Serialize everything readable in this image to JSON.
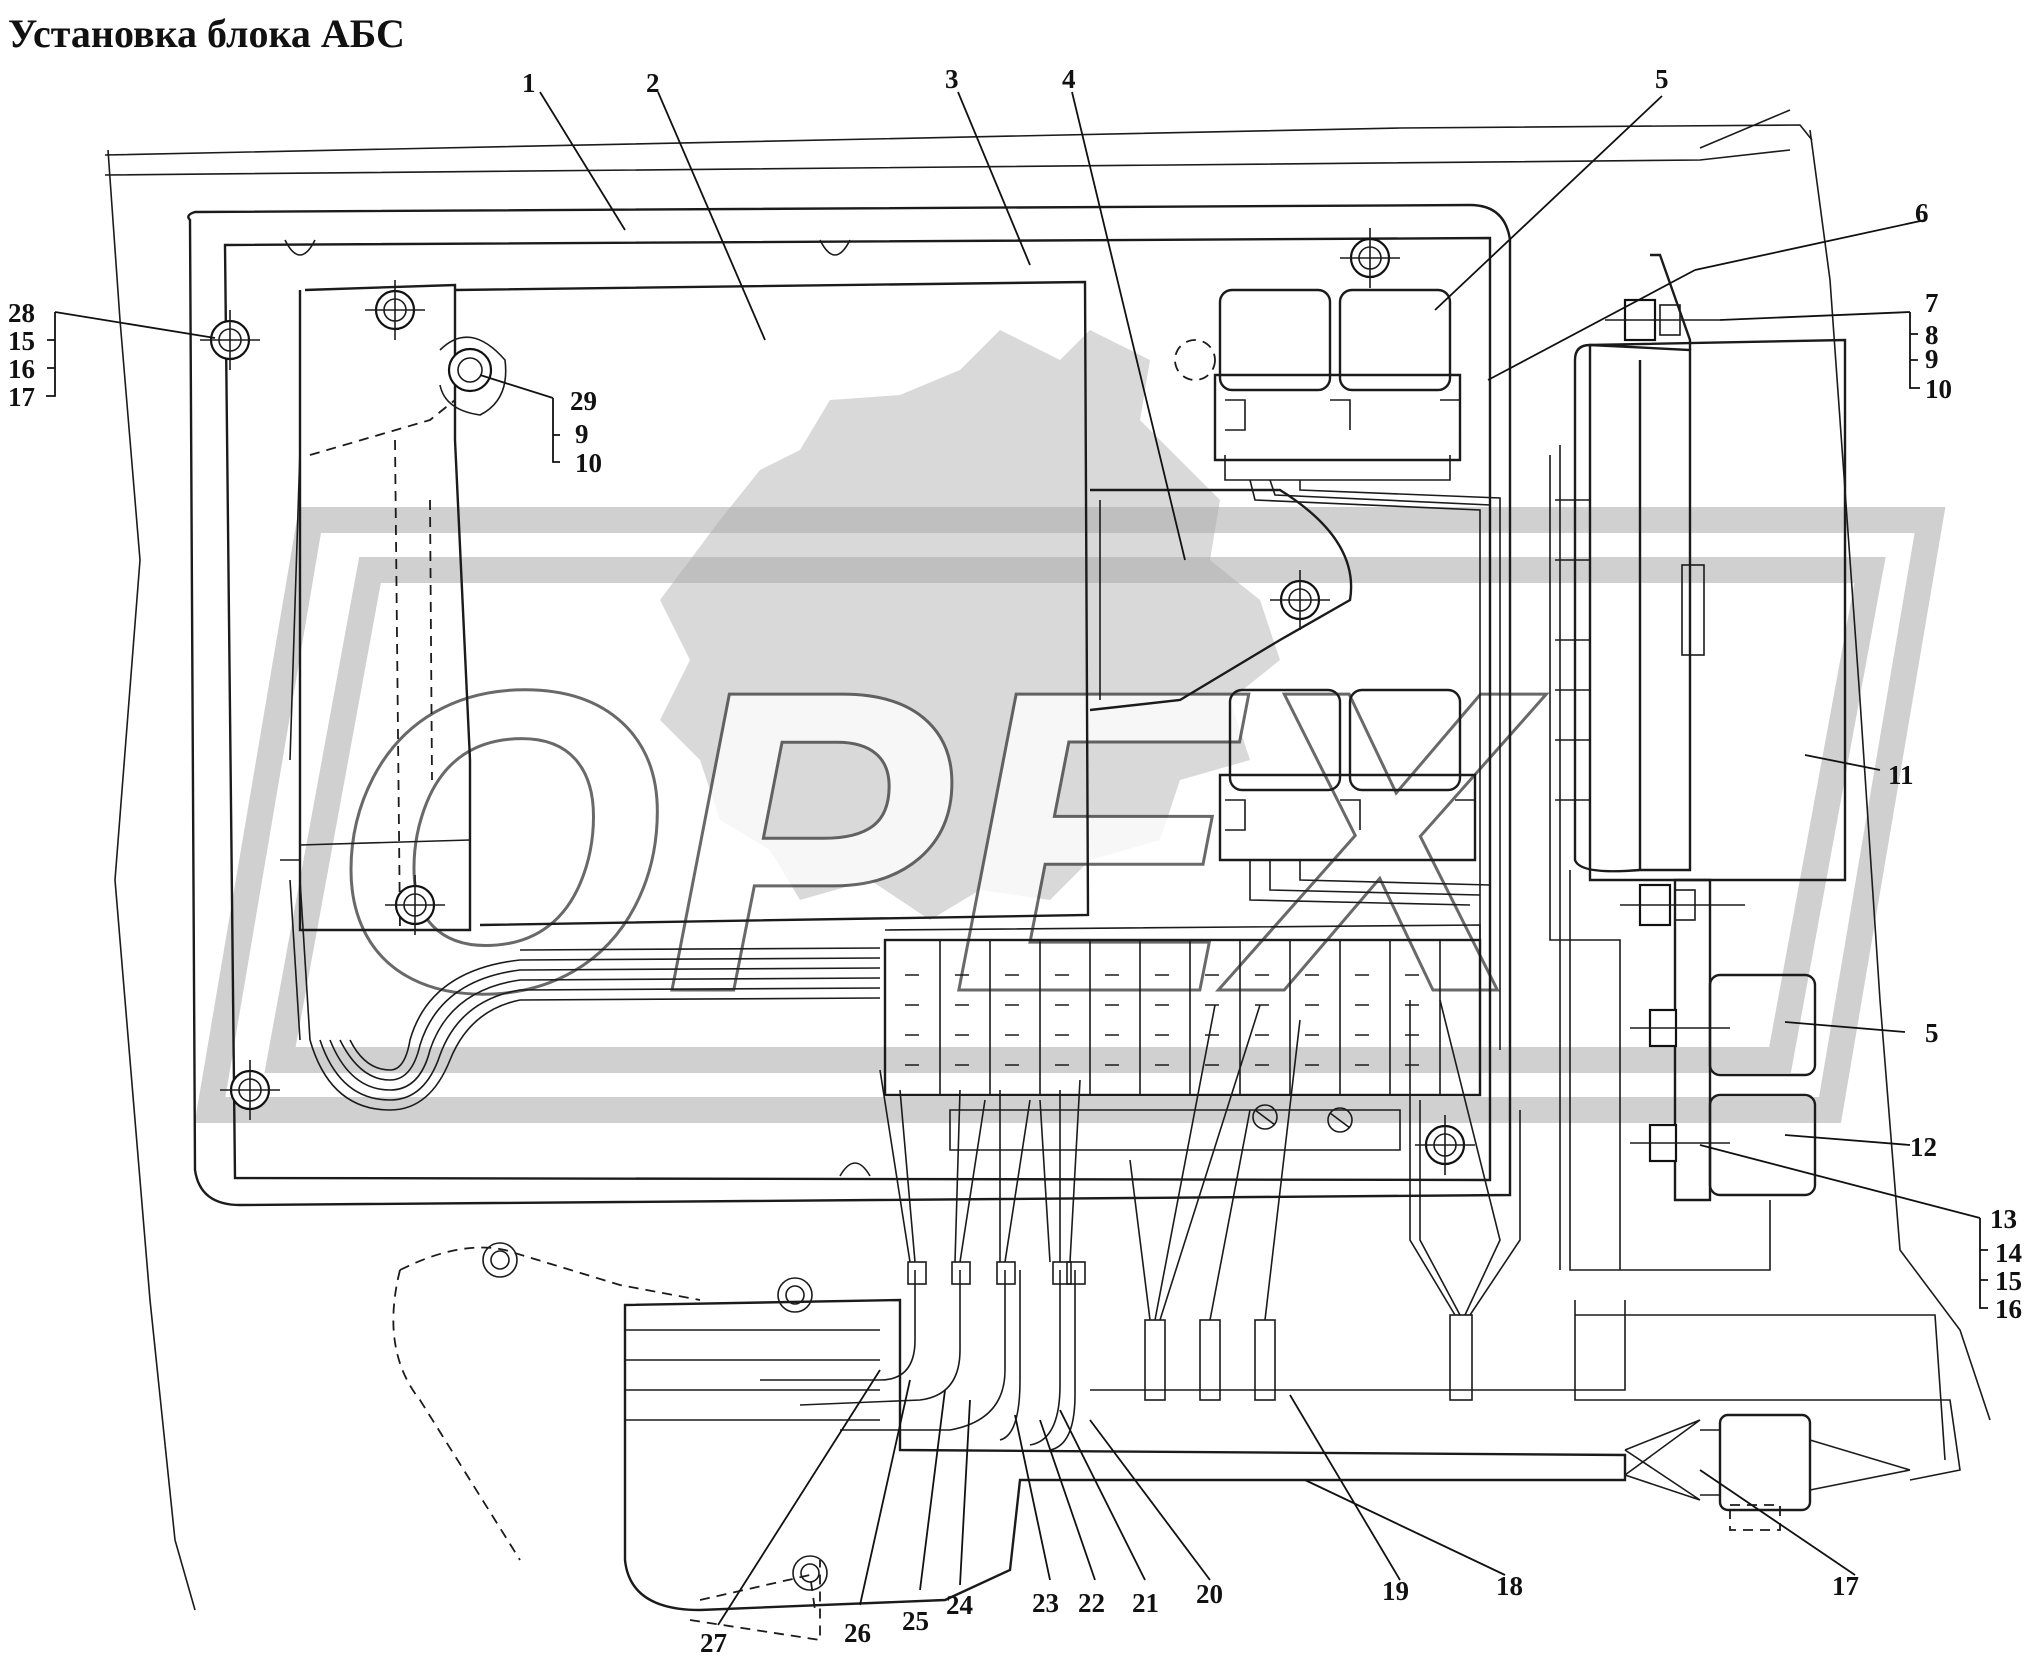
{
  "title": "Установка блока АБС",
  "watermark": "ОРЕХ",
  "callouts": {
    "c1": "1",
    "c2": "2",
    "c3": "3",
    "c4": "4",
    "c5a": "5",
    "c5b": "5",
    "c6": "6",
    "c7": "7",
    "c8": "8",
    "c9r": "9",
    "c10r": "10",
    "c11": "11",
    "c12": "12",
    "c13": "13",
    "c14": "14",
    "c15r": "15",
    "c16r": "16",
    "c17b": "17",
    "c18": "18",
    "c19": "19",
    "c20": "20",
    "c21": "21",
    "c22": "22",
    "c23": "23",
    "c24": "24",
    "c25": "25",
    "c26": "26",
    "c27": "27",
    "c28": "28",
    "c15l": "15",
    "c16l": "16",
    "c17l": "17",
    "c29": "29",
    "c9l": "9",
    "c10l": "10"
  },
  "colors": {
    "line": "#1b1b1b",
    "watermark": "#b9b9b9",
    "background": "#ffffff"
  }
}
